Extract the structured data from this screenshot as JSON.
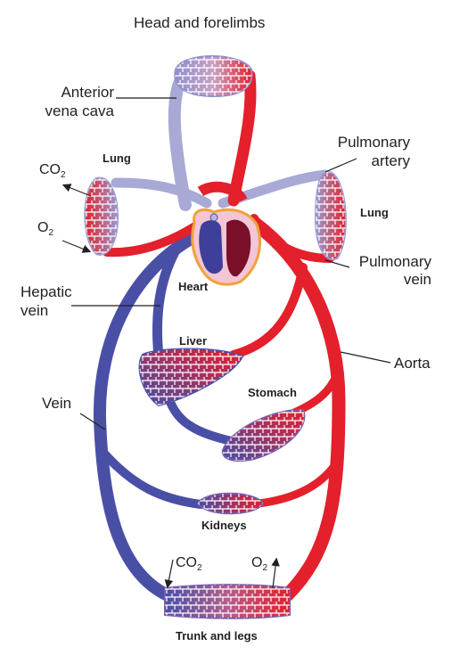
{
  "labels": {
    "head": "Head and forelimbs",
    "anterior_vena_cava_1": "Anterior",
    "anterior_vena_cava_2": "vena cava",
    "lung_left": "Lung",
    "lung_right": "Lung",
    "pulmonary_artery_1": "Pulmonary",
    "pulmonary_artery_2": "artery",
    "pulmonary_vein_1": "Pulmonary",
    "pulmonary_vein_2": "vein",
    "hepatic_vein_1": "Hepatic",
    "hepatic_vein_2": "vein",
    "heart": "Heart",
    "liver": "Liver",
    "aorta": "Aorta",
    "stomach": "Stomach",
    "vein": "Vein",
    "kidneys": "Kidneys",
    "trunk": "Trunk and legs"
  },
  "gases": {
    "co2_top": {
      "main": "CO",
      "sub": "2"
    },
    "o2_top": {
      "main": "O",
      "sub": "2"
    },
    "co2_bottom": {
      "main": "CO",
      "sub": "2"
    },
    "o2_bottom": {
      "main": "O",
      "sub": "2"
    }
  },
  "colors": {
    "oxygenated": "#e3202b",
    "deoxygenated": "#4a4fa6",
    "anterior_vein": "#a9a9d6",
    "heart_outline": "#f0a23a",
    "heart_fill": "#f3c6d6",
    "leader_line": "#231f20"
  }
}
